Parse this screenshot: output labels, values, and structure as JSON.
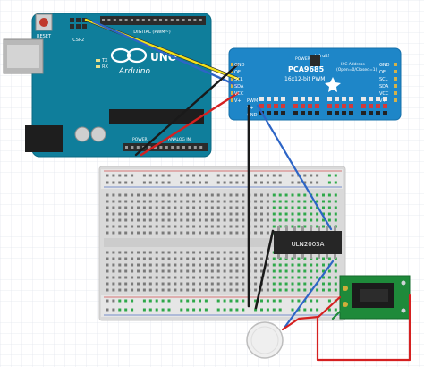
{
  "arduino": {
    "reset_label": "RESET",
    "icsp_label": "ICSP2",
    "tx_label": "TX",
    "rx_label": "RX",
    "digital_label": "DIGITAL (PWM~)",
    "brand": "Arduino",
    "model": "UNO",
    "analog_label": "ANALOG IN",
    "power_label": "POWER"
  },
  "pwm_board": {
    "brand": "adafruit!",
    "chip": "PCA9685",
    "subtitle": "16x12-bit PWM",
    "power_label": "POWER",
    "i2c_label": "I2C Address",
    "i2c_note": "(Open=0/Closed=1)",
    "left_pins": [
      "GND",
      "OE",
      "SCL",
      "SDA",
      "VCC",
      "V+"
    ],
    "right_pins": [
      "GND",
      "OE",
      "SCL",
      "SDA",
      "VCC",
      "V+"
    ],
    "bottom_labels": [
      "PWM",
      "V+",
      "GND"
    ]
  },
  "driver_ic": {
    "label": "ULN2003A"
  }
}
